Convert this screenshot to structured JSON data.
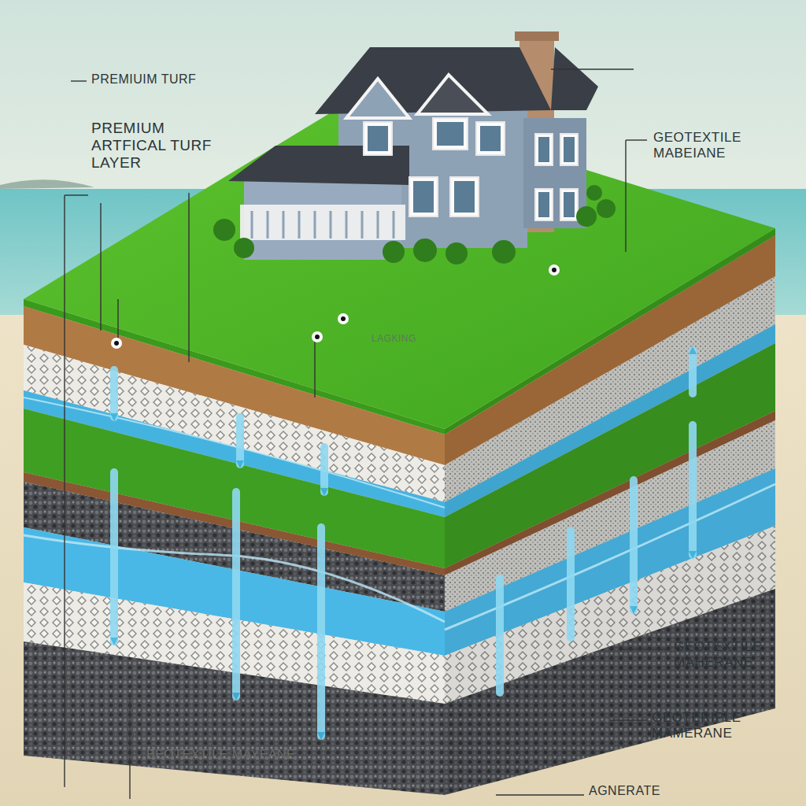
{
  "diagram": {
    "labels": [
      "PREMIUIM TURF",
      "PREMIUM ARTFICAL TURF LAYER",
      "GEOTEXTILE MABEIANE",
      "LAGKING",
      "GEOTEXTILE MAHERANE",
      "GEOTERIPLE MAMERANE",
      "BEOTEXTILE MAYEANE",
      "AGNERATE"
    ]
  }
}
